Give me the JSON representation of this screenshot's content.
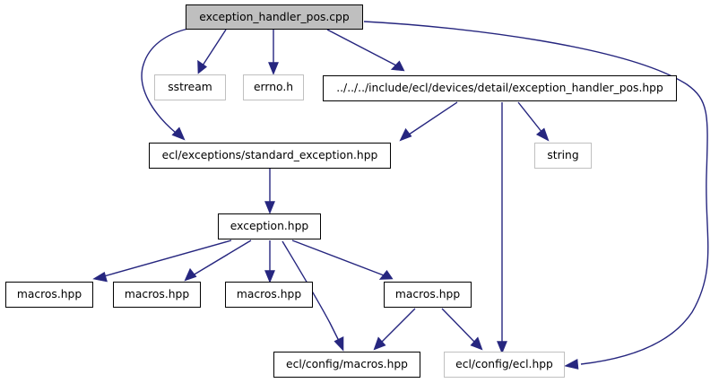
{
  "graph": {
    "type": "include-dependency-graph",
    "title": "exception_handler_pos.cpp include dependency graph",
    "edge_color": "#26267f",
    "root_fill": "#bfbfbf",
    "system_border_color": "#c0c0c0",
    "local_border_color": "#000000",
    "nodes": [
      {
        "id": "root",
        "label": "exception_handler_pos.cpp",
        "kind": "root"
      },
      {
        "id": "sstream",
        "label": "sstream",
        "kind": "system"
      },
      {
        "id": "errno",
        "label": "errno.h",
        "kind": "system"
      },
      {
        "id": "ehpos_hpp",
        "label": "../../../include/ecl/devices/detail/exception_handler_pos.hpp",
        "kind": "local"
      },
      {
        "id": "stdexc",
        "label": "ecl/exceptions/standard_exception.hpp",
        "kind": "local"
      },
      {
        "id": "string",
        "label": "string",
        "kind": "system"
      },
      {
        "id": "exc",
        "label": "exception.hpp",
        "kind": "local"
      },
      {
        "id": "macros1",
        "label": "macros.hpp",
        "kind": "local"
      },
      {
        "id": "macros2",
        "label": "macros.hpp",
        "kind": "local"
      },
      {
        "id": "macros3",
        "label": "macros.hpp",
        "kind": "local"
      },
      {
        "id": "macros4",
        "label": "macros.hpp",
        "kind": "local"
      },
      {
        "id": "cfgmacros",
        "label": "ecl/config/macros.hpp",
        "kind": "local"
      },
      {
        "id": "cfgecl",
        "label": "ecl/config/ecl.hpp",
        "kind": "system"
      }
    ],
    "edges": [
      {
        "from": "root",
        "to": "sstream"
      },
      {
        "from": "root",
        "to": "errno"
      },
      {
        "from": "root",
        "to": "ehpos_hpp"
      },
      {
        "from": "root",
        "to": "stdexc"
      },
      {
        "from": "root",
        "to": "cfgecl"
      },
      {
        "from": "ehpos_hpp",
        "to": "stdexc"
      },
      {
        "from": "ehpos_hpp",
        "to": "string"
      },
      {
        "from": "ehpos_hpp",
        "to": "cfgecl"
      },
      {
        "from": "stdexc",
        "to": "exc"
      },
      {
        "from": "exc",
        "to": "macros1"
      },
      {
        "from": "exc",
        "to": "macros2"
      },
      {
        "from": "exc",
        "to": "macros3"
      },
      {
        "from": "exc",
        "to": "macros4"
      },
      {
        "from": "exc",
        "to": "cfgmacros"
      },
      {
        "from": "macros4",
        "to": "cfgmacros"
      },
      {
        "from": "macros4",
        "to": "cfgecl"
      }
    ]
  }
}
